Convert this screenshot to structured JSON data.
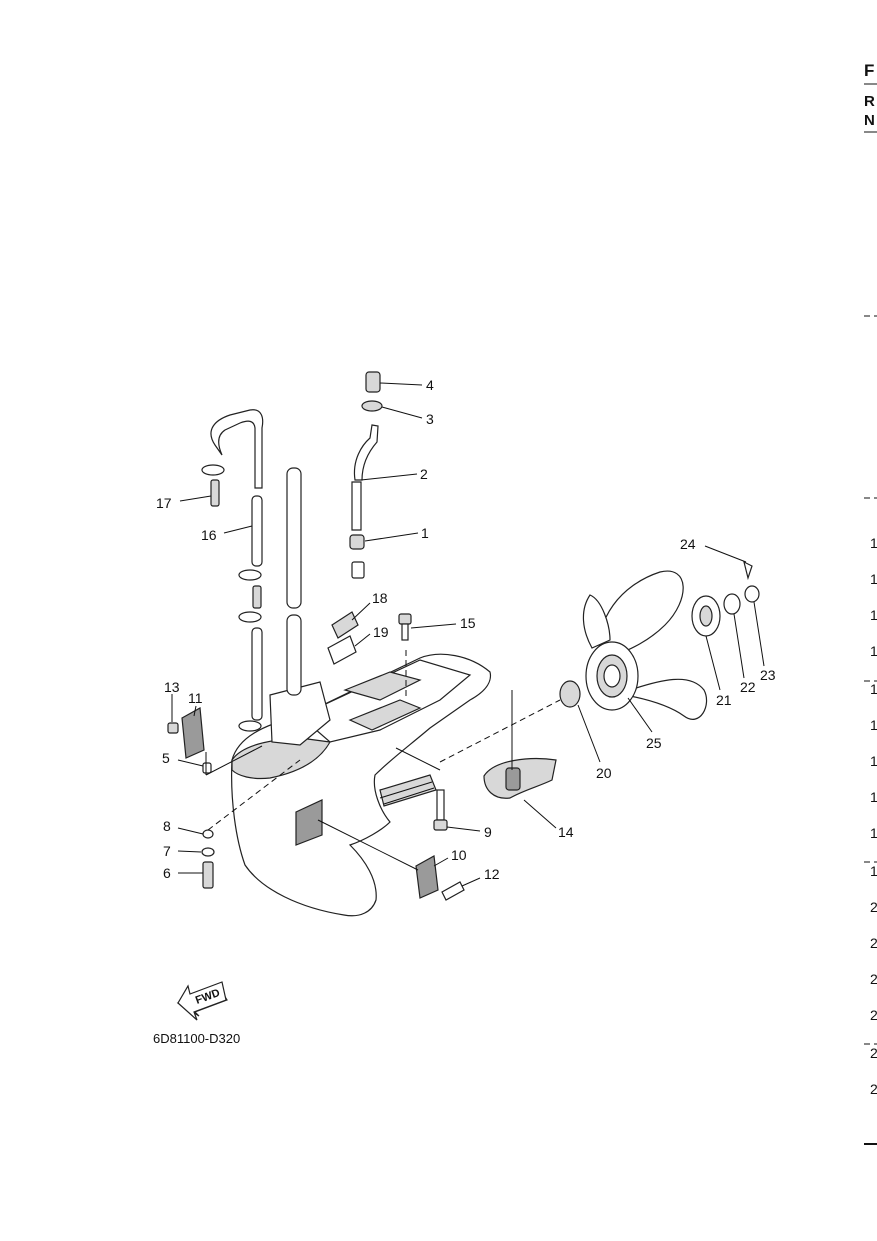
{
  "figure_code": "6D81100-D320",
  "fwd_label": "FWD",
  "callouts": [
    "1",
    "2",
    "3",
    "4",
    "5",
    "6",
    "7",
    "8",
    "9",
    "10",
    "11",
    "12",
    "13",
    "14",
    "15",
    "16",
    "17",
    "18",
    "19",
    "20",
    "21",
    "22",
    "23",
    "24",
    "25"
  ],
  "right_edge": {
    "headers": [
      "F",
      "R",
      "N"
    ],
    "row_digits": [
      "1",
      "1",
      "1",
      "1",
      "1",
      "1",
      "1",
      "1",
      "1",
      "1",
      "2",
      "2",
      "2",
      "2",
      "2",
      "2"
    ]
  }
}
